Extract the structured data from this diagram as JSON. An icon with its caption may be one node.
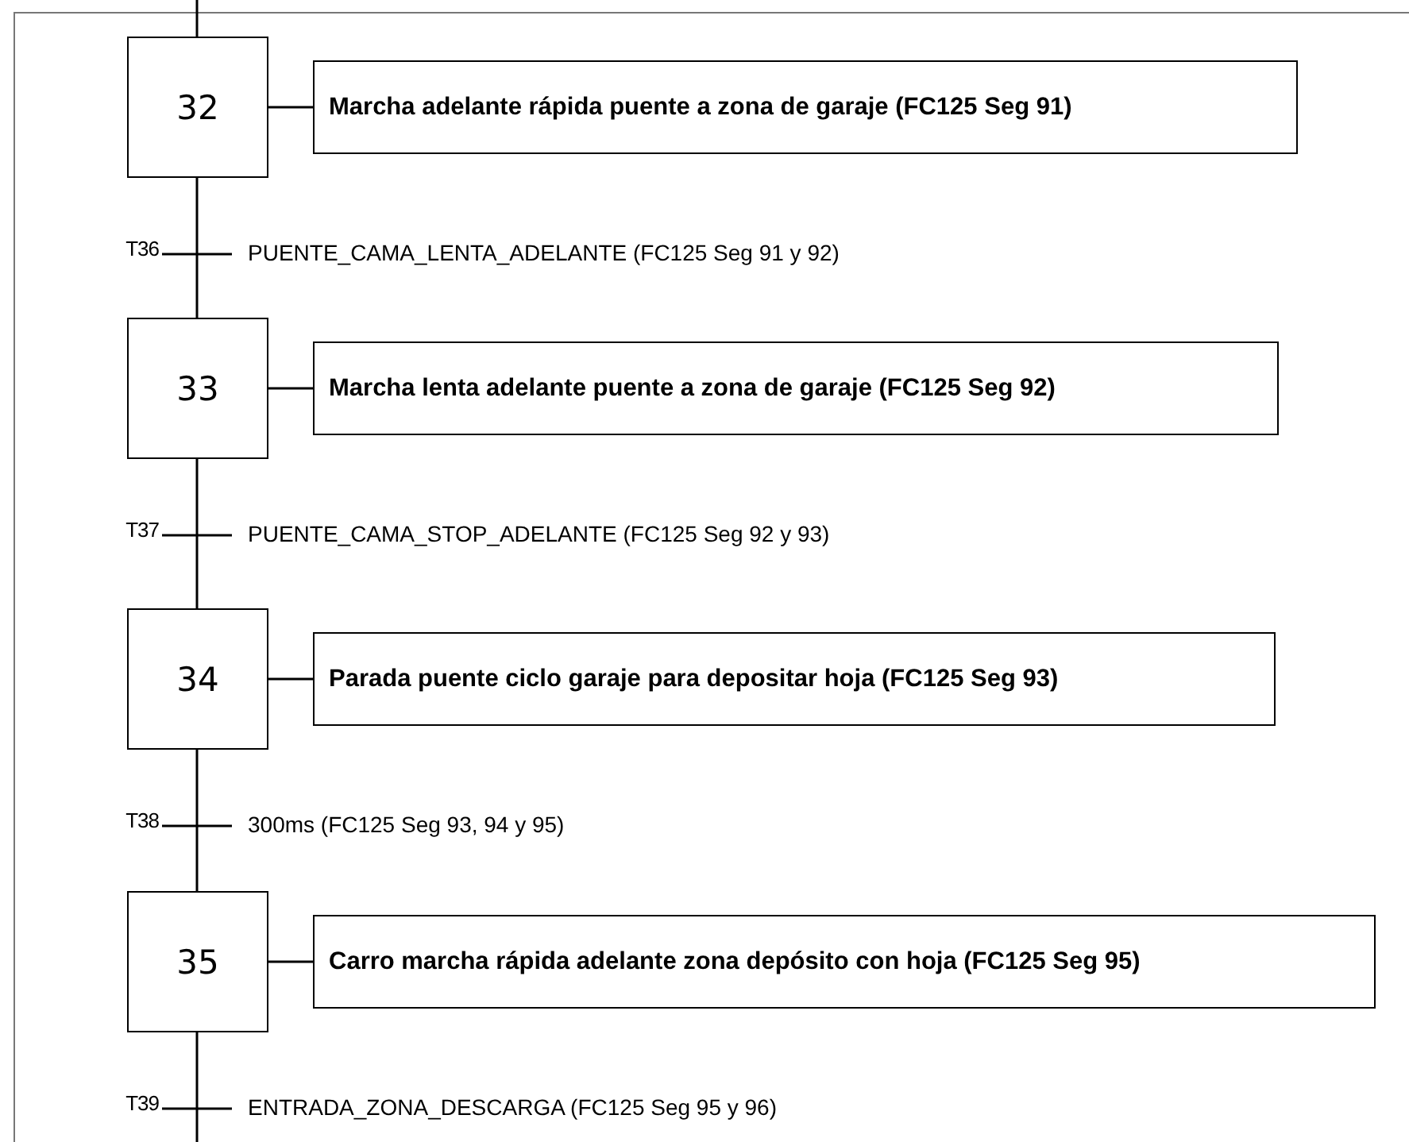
{
  "diagram": {
    "nodes": [
      {
        "text": [
          "32"
        ]
      },
      {
        "text": [
          "Marcha adelante rápida puente a zona de garaje (FC125 Seg 91)"
        ]
      },
      {
        "text": [
          "T36",
          "PUENTE_CAMA_LENTA_ADELANTE (FC125 Seg 91 y 92)"
        ]
      },
      {
        "text": [
          "33"
        ]
      },
      {
        "text": [
          "Marcha lenta adelante puente a zona de garaje (FC125 Seg 92)"
        ]
      },
      {
        "text": [
          "T37",
          "PUENTE_CAMA_STOP_ADELANTE (FC125 Seg 92 y 93)"
        ]
      },
      {
        "text": [
          "34"
        ]
      },
      {
        "text": [
          "Parada puente ciclo garaje para depositar hoja (FC125 Seg 93)"
        ]
      },
      {
        "text": [
          "T38",
          "300ms (FC125 Seg 93, 94 y 95)"
        ]
      },
      {
        "text": [
          "35"
        ]
      },
      {
        "text": [
          "Carro marcha rápida adelante zona depósito con hoja (FC125 Seg 95)"
        ]
      },
      {
        "text": [
          "T39",
          "ENTRADA_ZONA_DESCARGA (FC125 Seg 95 y 96)"
        ]
      }
    ],
    "edges": [
      {
        "from": null,
        "to": 0,
        "arrow": "none"
      },
      {
        "from": 0,
        "to": 1,
        "arrow": "none"
      },
      {
        "from": 0,
        "to": 2,
        "arrow": "none"
      },
      {
        "from": 2,
        "to": 3,
        "arrow": "none"
      },
      {
        "from": 3,
        "to": 4,
        "arrow": "none"
      },
      {
        "from": 3,
        "to": 5,
        "arrow": "none"
      },
      {
        "from": 5,
        "to": 6,
        "arrow": "none"
      },
      {
        "from": 6,
        "to": 7,
        "arrow": "none"
      },
      {
        "from": 6,
        "to": 8,
        "arrow": "none"
      },
      {
        "from": 8,
        "to": 9,
        "arrow": "none"
      },
      {
        "from": 9,
        "to": 10,
        "arrow": "none"
      },
      {
        "from": 9,
        "to": 11,
        "arrow": "none"
      },
      {
        "from": 11,
        "to": null,
        "arrow": "none"
      }
    ]
  }
}
